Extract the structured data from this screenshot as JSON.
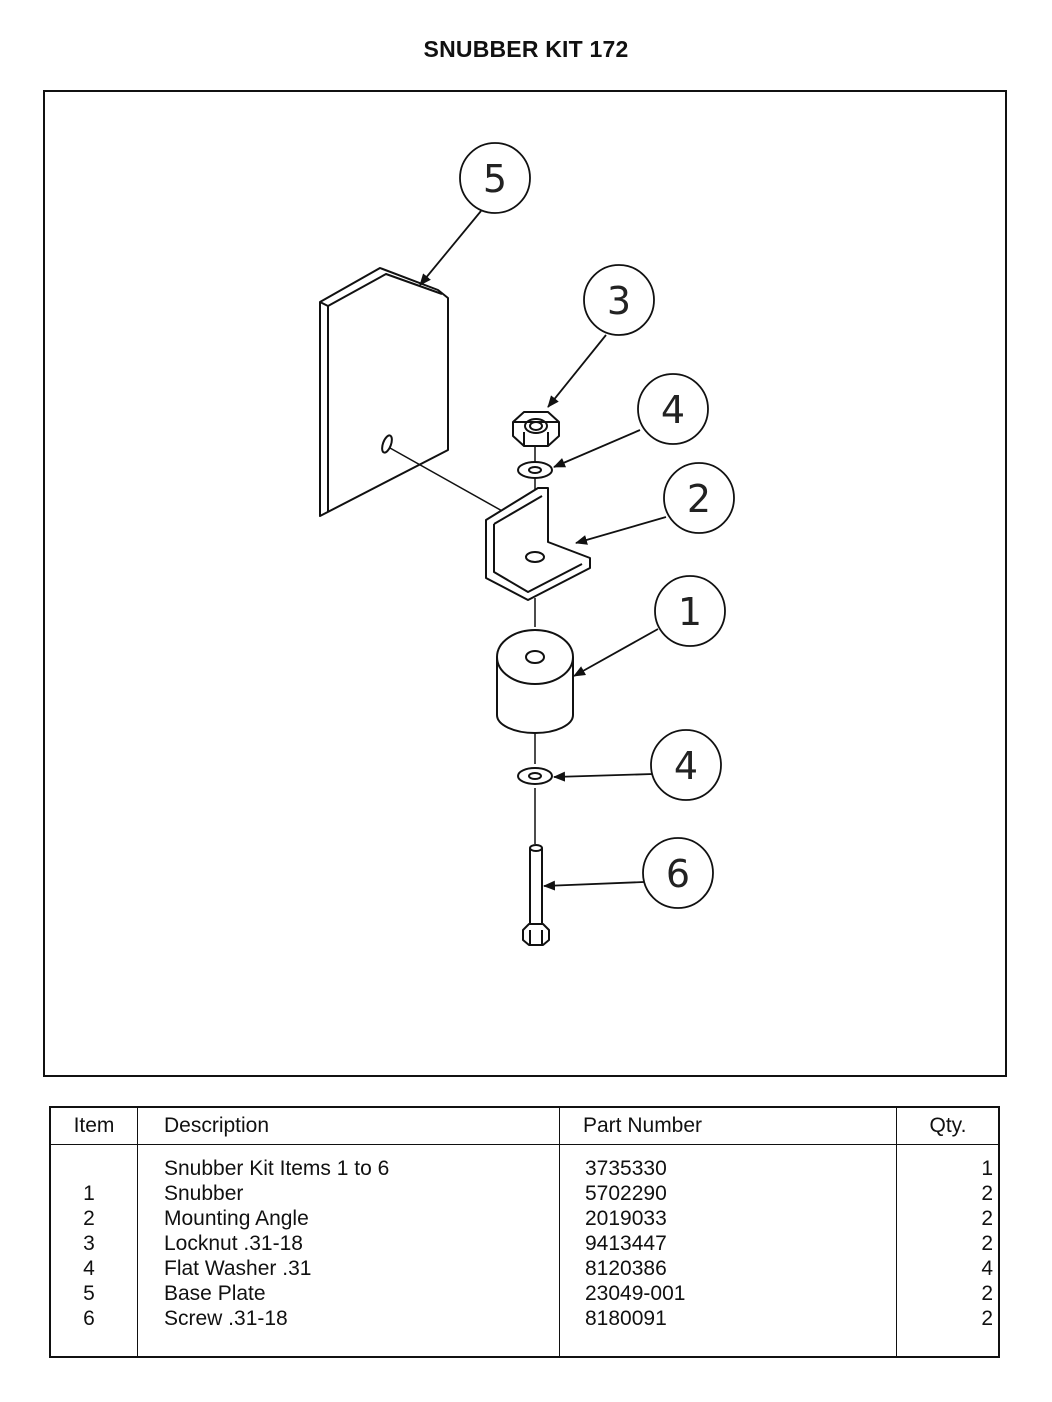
{
  "title": "SNUBBER KIT 172",
  "callouts": [
    {
      "item": "5",
      "target": "base-plate"
    },
    {
      "item": "3",
      "target": "locknut"
    },
    {
      "item": "4",
      "target": "flat-washer-upper"
    },
    {
      "item": "2",
      "target": "mounting-angle"
    },
    {
      "item": "1",
      "target": "snubber"
    },
    {
      "item": "4",
      "target": "flat-washer-lower"
    },
    {
      "item": "6",
      "target": "screw"
    }
  ],
  "table": {
    "headers": {
      "item": "Item",
      "description": "Description",
      "part_number": "Part Number",
      "qty": "Qty."
    },
    "rows": [
      {
        "item": "",
        "description": "Snubber Kit Items 1 to 6",
        "part_number": "3735330",
        "qty": "1"
      },
      {
        "item": "1",
        "description": "Snubber",
        "part_number": "5702290",
        "qty": "2"
      },
      {
        "item": "2",
        "description": "Mounting Angle",
        "part_number": "2019033",
        "qty": "2"
      },
      {
        "item": "3",
        "description": "Locknut .31-18",
        "part_number": "9413447",
        "qty": "2"
      },
      {
        "item": "4",
        "description": "Flat Washer .31",
        "part_number": "8120386",
        "qty": "4"
      },
      {
        "item": "5",
        "description": "Base Plate",
        "part_number": "23049-001",
        "qty": "2"
      },
      {
        "item": "6",
        "description": "Screw .31-18",
        "part_number": "8180091",
        "qty": "2"
      }
    ]
  }
}
